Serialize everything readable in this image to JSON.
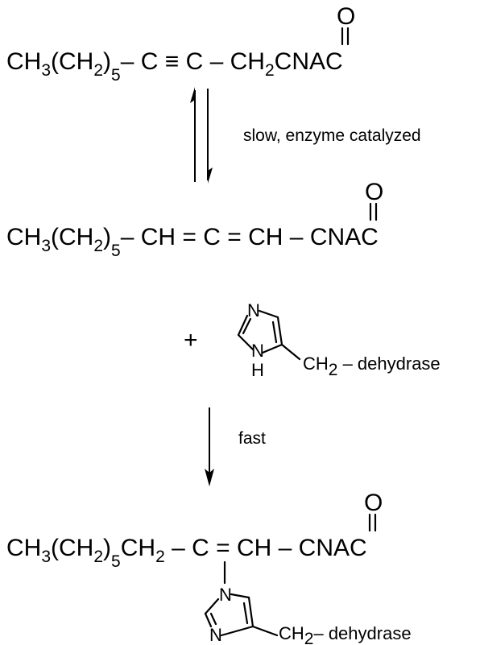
{
  "reactant": {
    "chain_prefix": "CH",
    "sub_3": "3",
    "chain_mid": "(CH",
    "sub_2": "2",
    "chain_close": ")",
    "sub_5": "5",
    "backbone": "– C ≡ C – CH",
    "sub_2b": "2",
    "carbonyl_c": "C",
    "nac": "NAC",
    "oxygen": "O"
  },
  "step1": {
    "label": "slow, enzyme catalyzed"
  },
  "allene": {
    "chain_prefix": "CH",
    "sub_3": "3",
    "chain_mid": "(CH",
    "sub_2": "2",
    "chain_close": ")",
    "sub_5": "5",
    "backbone": "– CH = C = CH – ",
    "carbonyl_c": "C",
    "nac": "NAC",
    "oxygen": "O"
  },
  "reagent": {
    "plus": "+",
    "n_top": "N",
    "nh": "N",
    "h": "H",
    "ch2": "CH",
    "sub_2": "2",
    "dehydrase": " – dehydrase"
  },
  "step2": {
    "label": "fast"
  },
  "product": {
    "chain_prefix": "CH",
    "sub_3": "3",
    "chain_mid": "(CH",
    "sub_2": "2",
    "chain_close": ")",
    "sub_5": "5",
    "ch2": "CH",
    "sub_2b": "2",
    "backbone": " – C = CH – ",
    "carbonyl_c": "C",
    "nac": "NAC",
    "oxygen": "O",
    "ring_n_top": "N",
    "ring_n_bottom": "N",
    "ring_ch2": "CH",
    "ring_sub_2": "2",
    "ring_dehydrase": "– dehydrase"
  }
}
